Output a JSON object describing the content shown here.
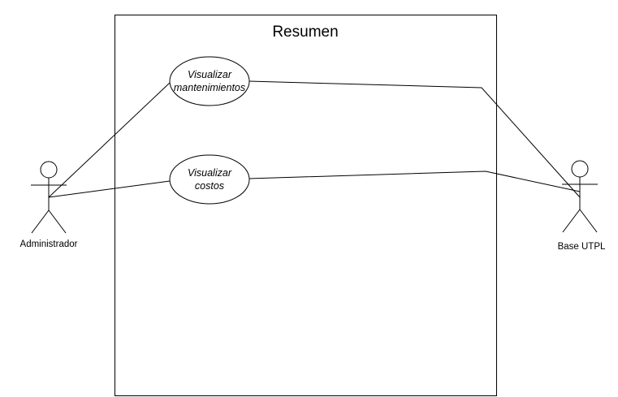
{
  "diagram": {
    "boundary": {
      "title": "Resumen"
    },
    "actors": [
      {
        "id": "admin",
        "name": "Administrador"
      },
      {
        "id": "base",
        "name": "Base UTPL"
      }
    ],
    "use_cases": [
      {
        "id": "uc1",
        "line1": "Visualizar",
        "line2": "mantenimientos"
      },
      {
        "id": "uc2",
        "line1": "Visualizar",
        "line2": "costos"
      }
    ],
    "associations": [
      {
        "from": "admin",
        "to": "uc1"
      },
      {
        "from": "admin",
        "to": "uc2"
      },
      {
        "from": "uc1",
        "to": "base"
      },
      {
        "from": "uc2",
        "to": "base"
      }
    ]
  }
}
